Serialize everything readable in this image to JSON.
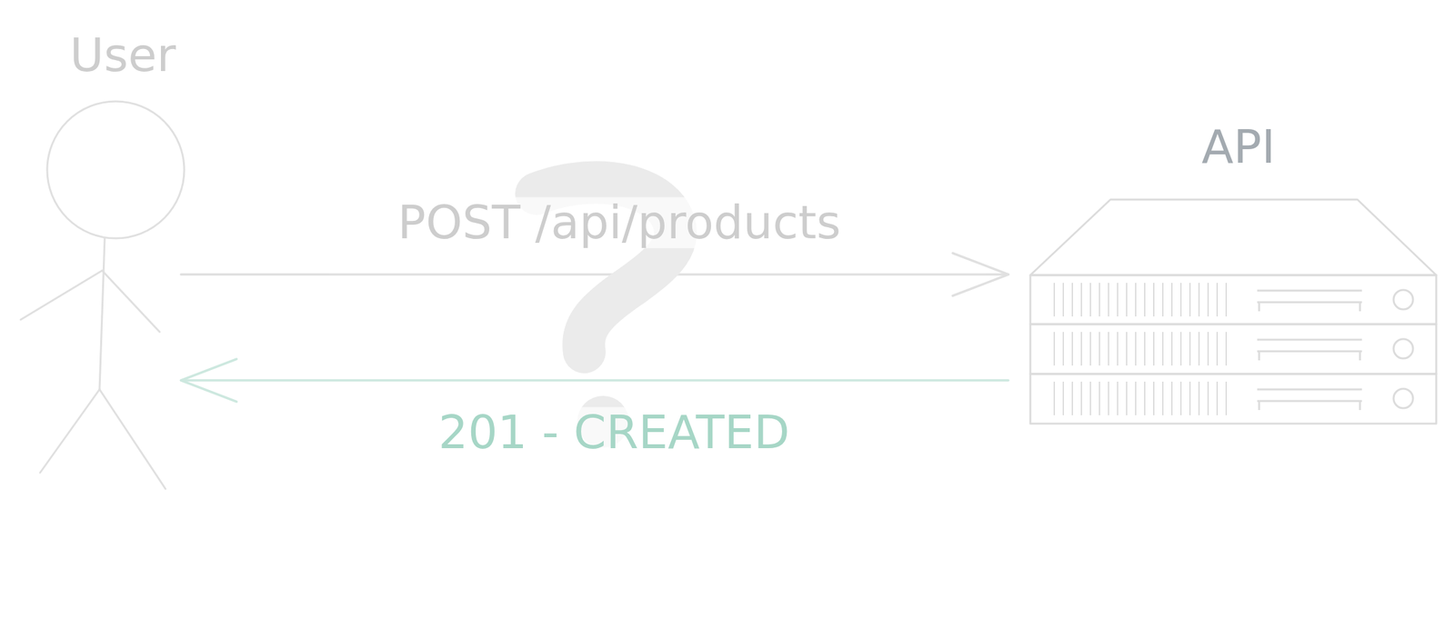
{
  "diagram": {
    "nodes": [
      {
        "text": [
          "User"
        ]
      },
      {
        "text": [
          "API"
        ]
      }
    ],
    "edges": [
      {
        "from": 0,
        "to": 1,
        "arrow": "to",
        "label": "POST /api/products"
      },
      {
        "from": 1,
        "to": 0,
        "arrow": "to",
        "label": "201 - CREATED"
      }
    ]
  }
}
